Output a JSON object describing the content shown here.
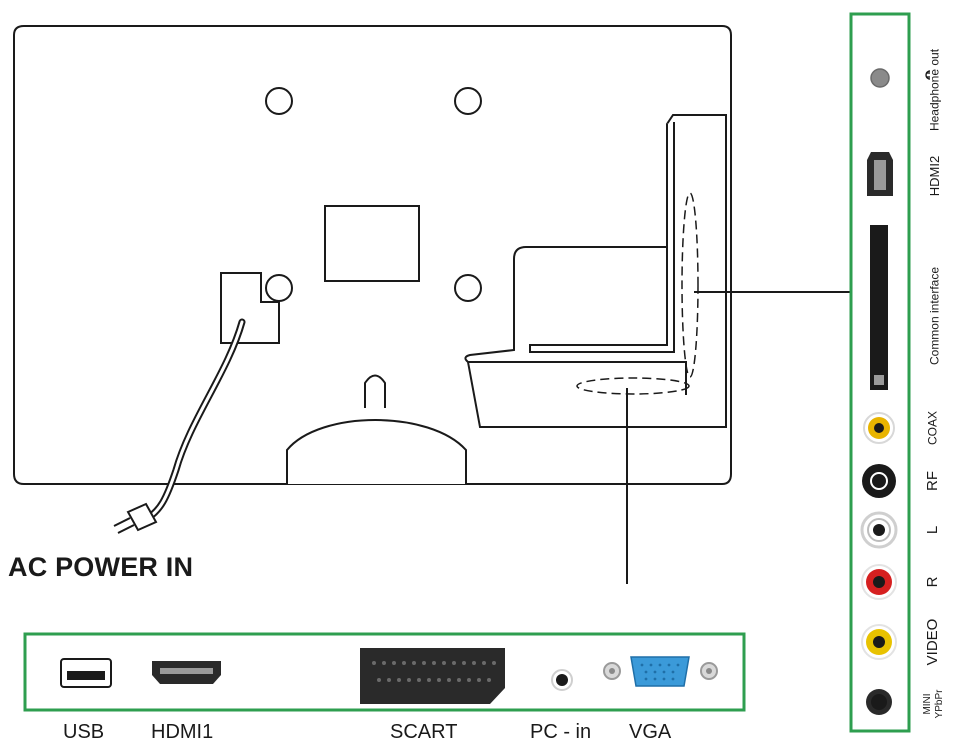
{
  "labels": {
    "ac_power_in": "AC POWER IN",
    "bottom_ports": {
      "usb": "USB",
      "hdmi1": "HDMI1",
      "scart": "SCART",
      "pc_in": "PC - in",
      "vga": "VGA"
    },
    "side_ports": {
      "headphone_out": "Headphone out",
      "hdmi2": "HDMI2",
      "common_interface": "Common interface",
      "coax": "COAX",
      "rf": "RF",
      "left_audio": "L",
      "right_audio": "R",
      "video": "VIDEO",
      "mini_ypbpr_line1": "MINI",
      "mini_ypbpr_line2": "YPbPr"
    }
  },
  "colors": {
    "panel_border": "#2e9e4f",
    "outline": "#1a1a1a",
    "coax_ring": "#e8b400",
    "video_ring": "#e8c200",
    "red_ring": "#d62020",
    "white_ring": "#cfcfcf",
    "vga_blue": "#3b9ad9"
  },
  "icons": {
    "headphone": "headphone-icon"
  }
}
